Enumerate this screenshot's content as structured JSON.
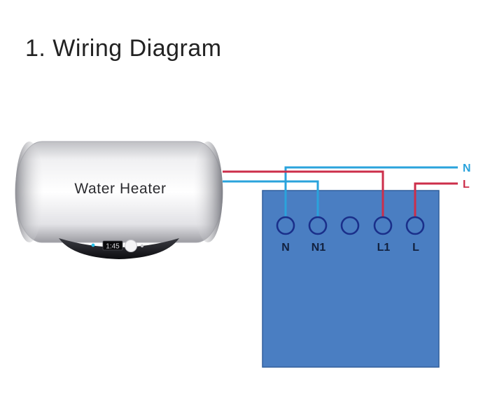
{
  "title": "1. Wiring Diagram",
  "heater": {
    "label": "Water Heater",
    "display_text": "1:45"
  },
  "terminals": {
    "n": "N",
    "n1": "N1",
    "l1": "L1",
    "l": "L"
  },
  "lines": {
    "n": "N",
    "l": "L"
  },
  "colors": {
    "neutral_wire": "#2aa3dc",
    "live_wire": "#cc2e4a",
    "switch_box": "#4a7ec2",
    "terminal_stroke": "#1a2f8a",
    "terminal_label": "#12213f"
  }
}
